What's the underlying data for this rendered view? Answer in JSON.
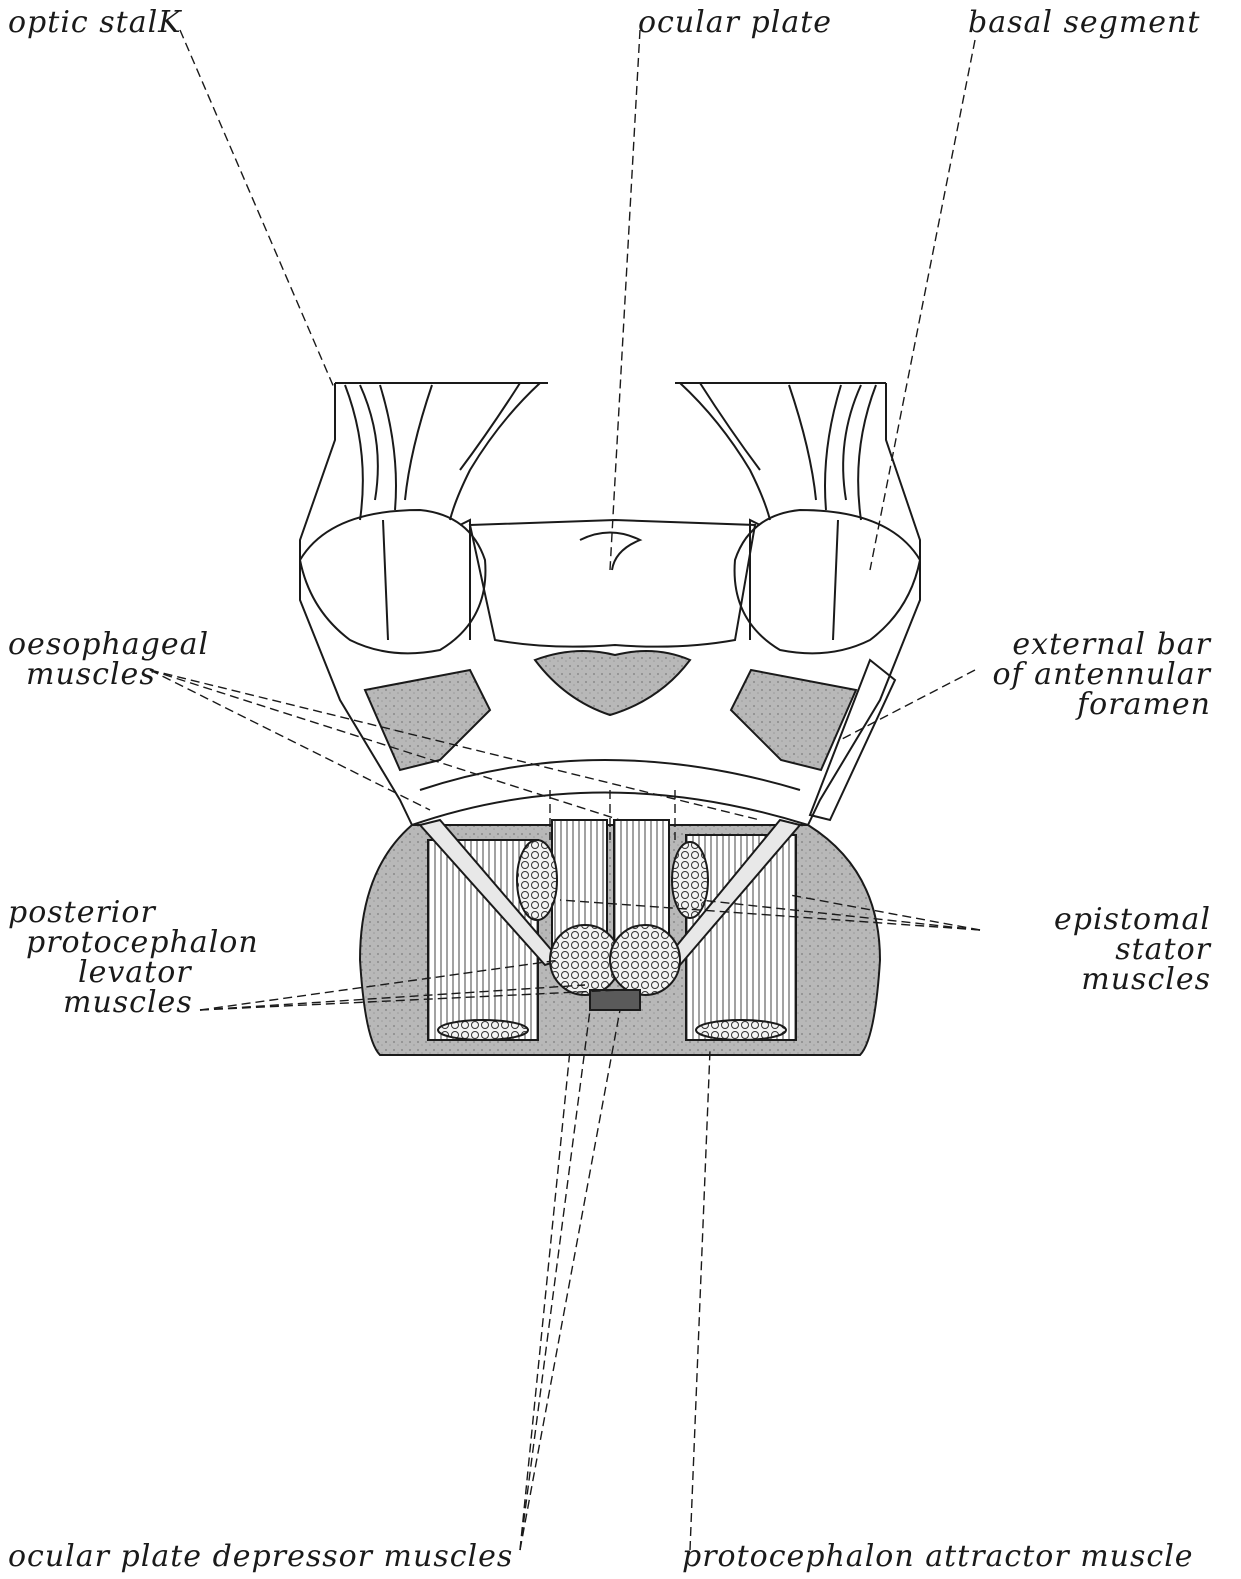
{
  "labels": {
    "optic_stalk": "optic stalK",
    "ocular_plate": "ocular plate",
    "basal_segment": "basal segment",
    "oesophageal_1": "oesophageal",
    "oesophageal_2": "muscles",
    "external_bar_1": "external bar",
    "external_bar_2": "of antennular",
    "external_bar_3": "foramen",
    "posterior_1": "posterior",
    "posterior_2": "protocephalon",
    "posterior_3": "levator",
    "posterior_4": "muscles",
    "epistomal_1": "epistomal",
    "epistomal_2": "stator",
    "epistomal_3": "muscles",
    "ocular_depressor": "ocular plate depressor muscles",
    "attractor": "protocephalon attractor muscle"
  },
  "colors": {
    "ink": "#1a1a1a",
    "shade": "#bdbdbd",
    "dark_shade": "#8c8c8c"
  }
}
